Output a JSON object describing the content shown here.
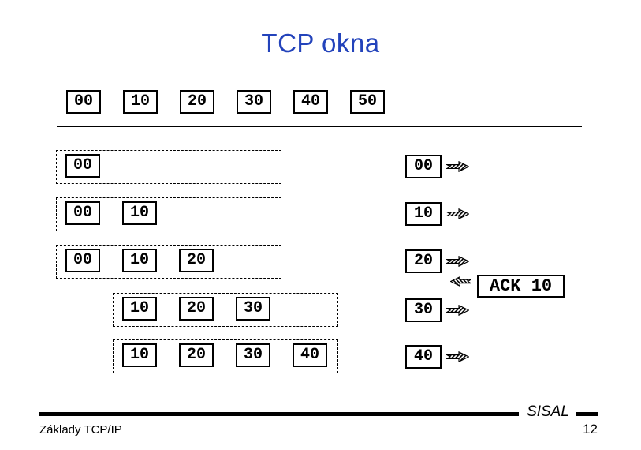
{
  "title": "TCP okna",
  "colors": {
    "title_blue": "#2343bb",
    "ink": "#000000"
  },
  "ruler": {
    "cells": [
      "00",
      "10",
      "20",
      "30",
      "40",
      "50"
    ]
  },
  "rows": [
    {
      "cells": [
        "00"
      ],
      "sent": "00"
    },
    {
      "cells": [
        "00",
        "10"
      ],
      "sent": "10"
    },
    {
      "cells": [
        "00",
        "10",
        "20"
      ],
      "sent": "20"
    },
    {
      "cells": [
        "10",
        "20",
        "30"
      ],
      "sent": "30"
    },
    {
      "cells": [
        "10",
        "20",
        "30",
        "40"
      ],
      "sent": "40"
    }
  ],
  "ack": {
    "label": "ACK 10"
  },
  "footer": {
    "left_text": "Základy TCP/IP",
    "brand": "SISAL",
    "page": "12"
  }
}
